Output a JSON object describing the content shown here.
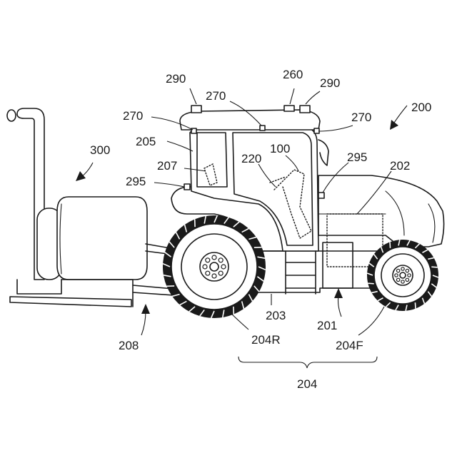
{
  "figure": {
    "labels": [
      {
        "id": "l290a",
        "text": "290"
      },
      {
        "id": "l260",
        "text": "260"
      },
      {
        "id": "l290b",
        "text": "290"
      },
      {
        "id": "l270a",
        "text": "270"
      },
      {
        "id": "l270b",
        "text": "270"
      },
      {
        "id": "l270c",
        "text": "270"
      },
      {
        "id": "l200",
        "text": "200"
      },
      {
        "id": "l300",
        "text": "300"
      },
      {
        "id": "l205",
        "text": "205"
      },
      {
        "id": "l220",
        "text": "220"
      },
      {
        "id": "l100",
        "text": "100"
      },
      {
        "id": "l295a",
        "text": "295"
      },
      {
        "id": "l202",
        "text": "202"
      },
      {
        "id": "l207",
        "text": "207"
      },
      {
        "id": "l295b",
        "text": "295"
      },
      {
        "id": "l203",
        "text": "203"
      },
      {
        "id": "l201",
        "text": "201"
      },
      {
        "id": "l208",
        "text": "208"
      },
      {
        "id": "l204R",
        "text": "204R"
      },
      {
        "id": "l204F",
        "text": "204F"
      },
      {
        "id": "l204",
        "text": "204"
      }
    ]
  }
}
